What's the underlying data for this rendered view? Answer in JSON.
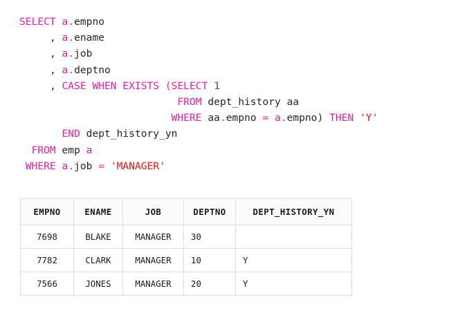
{
  "colors": {
    "keyword": "#E81CA8",
    "identifier": "#262626",
    "string_literal": "#EE1111",
    "numeric_literal": "#6633CC",
    "background": "#FFFFFF",
    "table_border": "#DDDDDD",
    "table_header_bg": "#FBFBFB"
  },
  "sql": {
    "full_text": "SELECT a.empno\n     , a.ename\n     , a.job\n     , a.deptno\n     , CASE WHEN EXISTS (SELECT 1\n                          FROM dept_history aa\n                         WHERE aa.empno = a.empno) THEN 'Y'\n       END dept_history_yn\n  FROM emp a\n WHERE a.job = 'MANAGER'",
    "lines": [
      {
        "indent": "",
        "tokens": [
          {
            "t": "SELECT",
            "k": "kw"
          },
          {
            "t": " ",
            "k": "plain"
          },
          {
            "t": "a.",
            "k": "alias"
          },
          {
            "t": "empno",
            "k": "id"
          }
        ]
      },
      {
        "indent": "     ",
        "tokens": [
          {
            "t": ", ",
            "k": "punc"
          },
          {
            "t": "a.",
            "k": "alias"
          },
          {
            "t": "ename",
            "k": "id"
          }
        ]
      },
      {
        "indent": "     ",
        "tokens": [
          {
            "t": ", ",
            "k": "punc"
          },
          {
            "t": "a.",
            "k": "alias"
          },
          {
            "t": "job",
            "k": "id"
          }
        ]
      },
      {
        "indent": "     ",
        "tokens": [
          {
            "t": ", ",
            "k": "punc"
          },
          {
            "t": "a.",
            "k": "alias"
          },
          {
            "t": "deptno",
            "k": "id"
          }
        ]
      },
      {
        "indent": "     ",
        "tokens": [
          {
            "t": ", ",
            "k": "punc"
          },
          {
            "t": "CASE WHEN EXISTS (SELECT",
            "k": "kw"
          },
          {
            "t": " ",
            "k": "plain"
          },
          {
            "t": "1",
            "k": "num"
          }
        ]
      },
      {
        "indent": "                          ",
        "tokens": [
          {
            "t": "FROM",
            "k": "kw"
          },
          {
            "t": " dept_history aa",
            "k": "id"
          }
        ]
      },
      {
        "indent": "                         ",
        "tokens": [
          {
            "t": "WHERE",
            "k": "kw"
          },
          {
            "t": " aa",
            "k": "id"
          },
          {
            "t": ".",
            "k": "alias"
          },
          {
            "t": "empno ",
            "k": "id"
          },
          {
            "t": "=",
            "k": "kw"
          },
          {
            "t": " ",
            "k": "plain"
          },
          {
            "t": "a.",
            "k": "alias"
          },
          {
            "t": "empno",
            "k": "id"
          },
          {
            "t": ")",
            "k": "punc"
          },
          {
            "t": " ",
            "k": "plain"
          },
          {
            "t": "THEN",
            "k": "kw"
          },
          {
            "t": " ",
            "k": "plain"
          },
          {
            "t": "'Y'",
            "k": "str"
          }
        ]
      },
      {
        "indent": "       ",
        "tokens": [
          {
            "t": "END",
            "k": "kw"
          },
          {
            "t": " dept_history_yn",
            "k": "id"
          }
        ]
      },
      {
        "indent": "  ",
        "tokens": [
          {
            "t": "FROM",
            "k": "kw"
          },
          {
            "t": " emp ",
            "k": "id"
          },
          {
            "t": "a",
            "k": "alias"
          }
        ]
      },
      {
        "indent": " ",
        "tokens": [
          {
            "t": "WHERE",
            "k": "kw"
          },
          {
            "t": " ",
            "k": "plain"
          },
          {
            "t": "a.",
            "k": "alias"
          },
          {
            "t": "job ",
            "k": "id"
          },
          {
            "t": "=",
            "k": "kw"
          },
          {
            "t": " ",
            "k": "plain"
          },
          {
            "t": "'MANAGER'",
            "k": "str"
          }
        ]
      }
    ]
  },
  "result_grid": {
    "columns": [
      {
        "key": "empno",
        "label": "EMPNO",
        "class": "col-empno",
        "cell_class": "c-empno"
      },
      {
        "key": "ename",
        "label": "ENAME",
        "class": "col-ename",
        "cell_class": "c-ename"
      },
      {
        "key": "job",
        "label": "JOB",
        "class": "col-job",
        "cell_class": "c-job"
      },
      {
        "key": "deptno",
        "label": "DEPTNO",
        "class": "col-deptno",
        "cell_class": "c-deptno"
      },
      {
        "key": "dhy",
        "label": "DEPT_HISTORY_YN",
        "class": "col-dhy",
        "cell_class": "c-dhy"
      }
    ],
    "rows": [
      {
        "empno": "7698",
        "ename": "BLAKE",
        "job": "MANAGER",
        "deptno": "30",
        "dhy": ""
      },
      {
        "empno": "7782",
        "ename": "CLARK",
        "job": "MANAGER",
        "deptno": "10",
        "dhy": "Y"
      },
      {
        "empno": "7566",
        "ename": "JONES",
        "job": "MANAGER",
        "deptno": "20",
        "dhy": "Y"
      }
    ],
    "row_count": 3
  }
}
